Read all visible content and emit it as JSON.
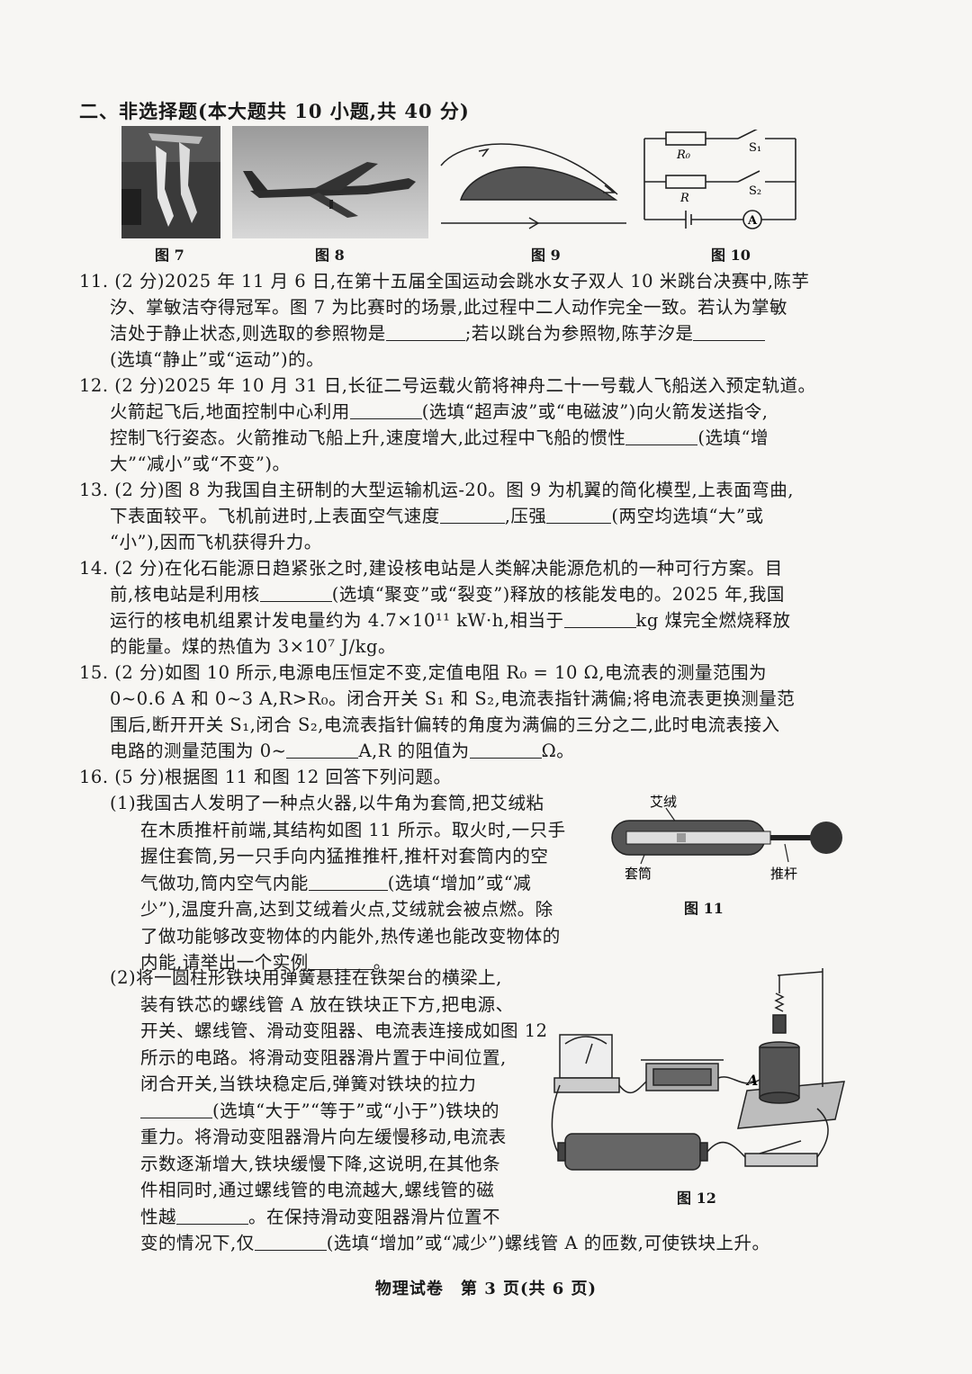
{
  "section": {
    "title": "二、非选择题(本大题共 10 小题,共 40 分)"
  },
  "figures": {
    "fig7": "图 7",
    "fig8": "图 8",
    "fig9": "图 9",
    "fig10": "图 10",
    "fig10_labels": {
      "r0": "R₀",
      "r": "R",
      "s1": "S₁",
      "s2": "S₂",
      "ammeter": "A"
    },
    "fig11": "图 11",
    "fig11_labels": {
      "ai": "艾绒",
      "tube": "套筒",
      "rod": "推杆"
    },
    "fig12": "图 12",
    "fig12_labels": {
      "a": "A"
    }
  },
  "q11": {
    "l1": "11. (2 分)2025 年 11 月 6 日,在第十五届全国运动会跳水女子双人 10 米跳台决赛中,陈芋",
    "l2": "汐、掌敏洁夺得冠军。图 7 为比赛时的场景,此过程中二人动作完全一致。若认为掌敏",
    "l3a": "洁处于静止状态,则选取的参照物是",
    "l3b": ";若以跳台为参照物,陈芋汐是",
    "l4": "(选填“静止”或“运动”)的。"
  },
  "q12": {
    "l1": "12. (2 分)2025 年 10 月 31 日,长征二号运载火箭将神舟二十一号载人飞船送入预定轨道。",
    "l2a": "火箭起飞后,地面控制中心利用",
    "l2b": "(选填“超声波”或“电磁波”)向火箭发送指令,",
    "l3a": "控制飞行姿态。火箭推动飞船上升,速度增大,此过程中飞船的惯性",
    "l3b": "(选填“增",
    "l4": "大”“减小”或“不变”)。"
  },
  "q13": {
    "l1": "13. (2 分)图 8 为我国自主研制的大型运输机运-20。图 9 为机翼的简化模型,上表面弯曲,",
    "l2a": "下表面较平。飞机前进时,上表面空气速度",
    "l2b": ",压强",
    "l2c": "(两空均选填“大”或",
    "l3": "“小”),因而飞机获得升力。"
  },
  "q14": {
    "l1": "14. (2 分)在化石能源日趋紧张之时,建设核电站是人类解决能源危机的一种可行方案。目",
    "l2a": "前,核电站是利用核",
    "l2b": "(选填“聚变”或“裂变”)释放的核能发电的。2025 年,我国",
    "l3a": "运行的核电机组累计发电量约为 4.7×10¹¹ kW·h,相当于",
    "l3b": "kg 煤完全燃烧释放",
    "l4": "的能量。煤的热值为 3×10⁷ J/kg。"
  },
  "q15": {
    "l1": "15. (2 分)如图 10 所示,电源电压恒定不变,定值电阻 R₀ = 10 Ω,电流表的测量范围为",
    "l2": "0~0.6 A 和 0~3 A,R>R₀。闭合开关 S₁ 和 S₂,电流表指针满偏;将电流表更换测量范",
    "l3": "围后,断开开关 S₁,闭合 S₂,电流表指针偏转的角度为满偏的三分之二,此时电流表接入",
    "l4a": "电路的测量范围为 0~",
    "l4b": "A,R 的阻值为",
    "l4c": "Ω。"
  },
  "q16": {
    "l1": "16. (5 分)根据图 11 和图 12 回答下列问题。",
    "p1": [
      "(1)我国古人发明了一种点火器,以牛角为套筒,把艾绒粘",
      "在木质推杆前端,其结构如图 11 所示。取火时,一只手",
      "握住套筒,另一只手向内猛推推杆,推杆对套筒内的空"
    ],
    "p1_l4a": "气做功,筒内空气内能",
    "p1_l4b": "(选填“增加”或“减",
    "p1_l5": "少”),温度升高,达到艾绒着火点,艾绒就会被点燃。除",
    "p1_l6": "了做功能够改变物体的内能外,热传递也能改变物体的",
    "p1_l7a": "内能,请举出一个实例",
    "p1_l7b": "。",
    "p2": [
      "(2)将一圆柱形铁块用弹簧悬挂在铁架台的横梁上,",
      "装有铁芯的螺线管 A 放在铁块正下方,把电源、",
      "开关、螺线管、滑动变阻器、电流表连接成如图 12",
      "所示的电路。将滑动变阻器滑片置于中间位置,",
      "闭合开关,当铁块稳定后,弹簧对铁块的拉力"
    ],
    "p2_l6": "(选填“大于”“等于”或“小于”)铁块的",
    "p2_l7": "重力。将滑动变阻器滑片向左缓慢移动,电流表",
    "p2_l8": "示数逐渐增大,铁块缓慢下降,这说明,在其他条",
    "p2_l9": "件相同时,通过螺线管的电流越大,螺线管的磁",
    "p2_l10a": "性越",
    "p2_l10b": "。在保持滑动变阻器滑片位置不",
    "p2_l11a": "变的情况下,仅",
    "p2_l11b": "(选填“增加”或“减少”)螺线管 A 的匝数,可使铁块上升。"
  },
  "footer": {
    "text": "物理试卷　第 3 页(共 6 页)"
  }
}
